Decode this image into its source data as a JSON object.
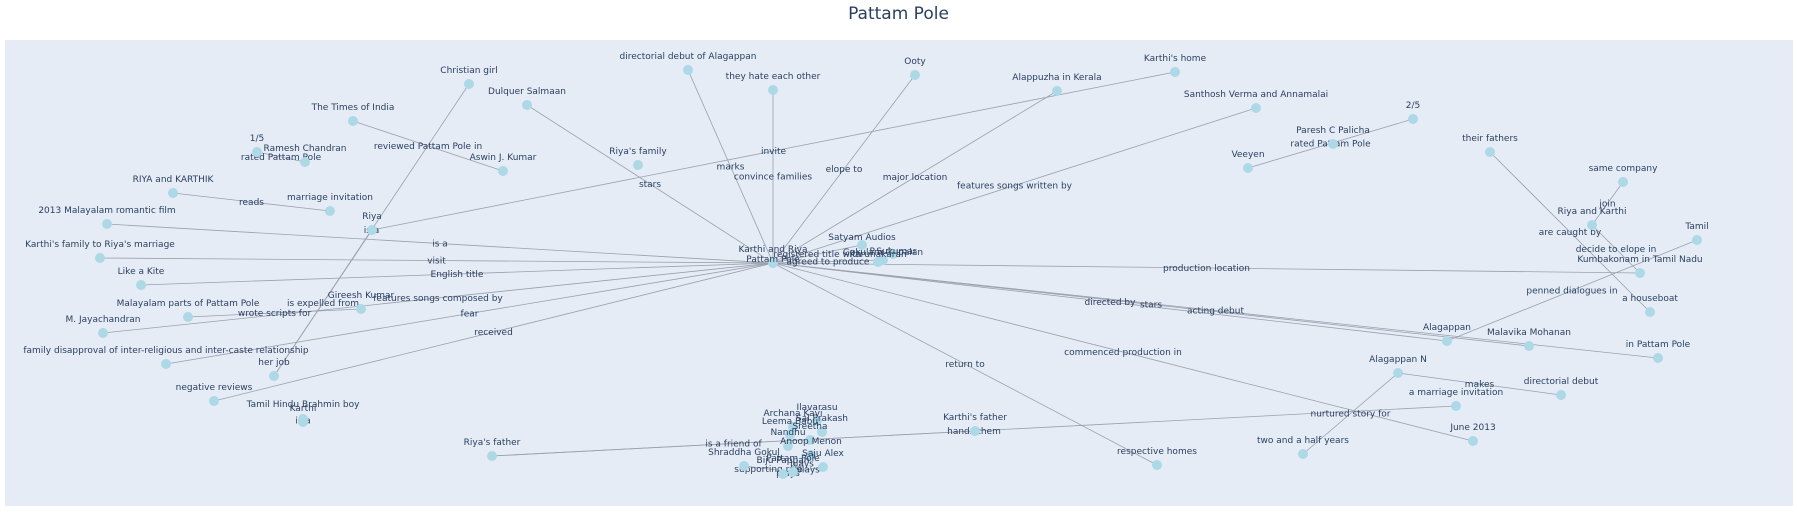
{
  "title": "Pattam Pole",
  "colors": {
    "background": "#e5ecf6",
    "node": "#add8e6",
    "edge": "#9aa0ad",
    "text": "#2a3f5f"
  },
  "nodes": [
    {
      "id": "n1",
      "label": "Christian girl"
    },
    {
      "id": "n2",
      "label": "directorial debut of Alagappan"
    },
    {
      "id": "n3",
      "label": "Ooty"
    },
    {
      "id": "n4",
      "label": "Karthi's home"
    },
    {
      "id": "n5",
      "label": "they hate each other"
    },
    {
      "id": "n6",
      "label": "Alappuzha in Kerala"
    },
    {
      "id": "n7",
      "label": "Dulquer Salmaan"
    },
    {
      "id": "n8",
      "label": "The Times of India"
    },
    {
      "id": "n9",
      "label": "Santhosh Verma and Annamalai"
    },
    {
      "id": "n10",
      "label": "2/5"
    },
    {
      "id": "n11",
      "label": "Paresh C Palicha"
    },
    {
      "id": "n12",
      "label": "1/5"
    },
    {
      "id": "n13",
      "label": "Ramesh Chandran"
    },
    {
      "id": "n14",
      "label": "Aswin J. Kumar"
    },
    {
      "id": "n15",
      "label": "Riya's family"
    },
    {
      "id": "n16",
      "label": "Veeyen"
    },
    {
      "id": "n17",
      "label": "their fathers"
    },
    {
      "id": "n18",
      "label": "same company"
    },
    {
      "id": "n19",
      "label": "RIYA and KARTHIK"
    },
    {
      "id": "n20",
      "label": "marriage invitation"
    },
    {
      "id": "n21",
      "label": "Riya"
    },
    {
      "id": "n22",
      "label": "Riya and Karthi"
    },
    {
      "id": "n23",
      "label": "2013 Malayalam romantic film"
    },
    {
      "id": "n24",
      "label": "Tamil"
    },
    {
      "id": "n25",
      "label": "Karthi's family to Riya's marriage"
    },
    {
      "id": "n26",
      "label": "Karthi and Riya"
    },
    {
      "id": "n27",
      "label": "Pattam Pole"
    },
    {
      "id": "n28",
      "label": "Kumbakonam in Tamil Nadu"
    },
    {
      "id": "n29",
      "label": "Like a Kite"
    },
    {
      "id": "n30",
      "label": "Gireesh Kumar"
    },
    {
      "id": "n31",
      "label": "Malayalam parts of Pattam Pole"
    },
    {
      "id": "n32",
      "label": "a houseboat"
    },
    {
      "id": "n33",
      "label": "M. Jayachandran"
    },
    {
      "id": "n34",
      "label": "Alagappan"
    },
    {
      "id": "n35",
      "label": "Malavika Mohanan"
    },
    {
      "id": "n36",
      "label": "in Pattam Pole"
    },
    {
      "id": "n37",
      "label": "family disapproval of inter-religious and inter-caste relationship"
    },
    {
      "id": "n38",
      "label": "her job"
    },
    {
      "id": "n39",
      "label": "Alagappan N"
    },
    {
      "id": "n40",
      "label": "directorial debut"
    },
    {
      "id": "n41",
      "label": "negative reviews"
    },
    {
      "id": "n42",
      "label": "Tamil Hindu Brahmin boy"
    },
    {
      "id": "n43",
      "label": "Karthi"
    },
    {
      "id": "n44",
      "label": "a marriage invitation"
    },
    {
      "id": "n45",
      "label": "Ilavarasu"
    },
    {
      "id": "n46",
      "label": "Archana Kavi"
    },
    {
      "id": "n47",
      "label": "Sai Prakash"
    },
    {
      "id": "n48",
      "label": "Leema Babu"
    },
    {
      "id": "n49",
      "label": "Sreetha"
    },
    {
      "id": "n50",
      "label": "Karthi's father"
    },
    {
      "id": "n51",
      "label": "June 2013"
    },
    {
      "id": "n52",
      "label": "Nandhu"
    },
    {
      "id": "n53",
      "label": "Anoop Menon"
    },
    {
      "id": "n54",
      "label": "Riya's father"
    },
    {
      "id": "n55",
      "label": "two and a half years"
    },
    {
      "id": "n56",
      "label": "respective homes"
    },
    {
      "id": "n57",
      "label": "Shraddha Gokul"
    },
    {
      "id": "n58",
      "label": "Saju Alex"
    },
    {
      "id": "n59",
      "label": "Biju Pappan"
    },
    {
      "id": "n60",
      "label": "Pattam Pole"
    },
    {
      "id": "n61",
      "label": "Satyam Audios"
    },
    {
      "id": "n62",
      "label": "Gokulam Gopalan"
    },
    {
      "id": "n63",
      "label": "P.Sukumar"
    },
    {
      "id": "n64",
      "label": "Karunakaran"
    }
  ],
  "edges": [
    {
      "source": "n27",
      "target": "n25",
      "label": "visit"
    },
    {
      "source": "n27",
      "target": "n23",
      "label": "is a"
    },
    {
      "source": "n27",
      "target": "n29",
      "label": "English title"
    },
    {
      "source": "n27",
      "target": "n33",
      "label": "features songs composed by"
    },
    {
      "source": "n27",
      "target": "n37",
      "label": "fear"
    },
    {
      "source": "n27",
      "target": "n41",
      "label": "received"
    },
    {
      "source": "n27",
      "target": "n7",
      "label": "stars"
    },
    {
      "source": "n27",
      "target": "n2",
      "label": "marks"
    },
    {
      "source": "n27",
      "target": "n3",
      "label": "elope to"
    },
    {
      "source": "n27",
      "target": "n6",
      "label": "major location"
    },
    {
      "source": "n27",
      "target": "n9",
      "label": "features songs written by"
    },
    {
      "source": "n27",
      "target": "n28",
      "label": "production location"
    },
    {
      "source": "n27",
      "target": "n35",
      "label": "stars"
    },
    {
      "source": "n27",
      "target": "n36",
      "label": "acting debut"
    },
    {
      "source": "n27",
      "target": "n34",
      "label": "directed by"
    },
    {
      "source": "n27",
      "target": "n51",
      "label": "commenced production in"
    },
    {
      "source": "n27",
      "target": "n56",
      "label": "return to"
    },
    {
      "source": "n27",
      "target": "n5",
      "label": "convince families"
    },
    {
      "source": "n27",
      "target": "n61",
      "label": "registered title with"
    },
    {
      "source": "n27",
      "target": "n62",
      "label": "agreed to produce"
    },
    {
      "source": "n8",
      "target": "n14",
      "label": "reviewed Pattam Pole in"
    },
    {
      "source": "n1",
      "target": "n38",
      "label": "is a"
    },
    {
      "source": "n19",
      "target": "n20",
      "label": "reads"
    },
    {
      "source": "n21",
      "target": "n4",
      "label": "invite"
    },
    {
      "source": "n21",
      "target": "n38",
      "label": "is expelled from"
    },
    {
      "source": "n12",
      "target": "n13",
      "label": "rated Pattam Pole"
    },
    {
      "source": "n10",
      "target": "n16",
      "label": "rated Pattam Pole"
    },
    {
      "source": "n17",
      "target": "n32",
      "label": "are caught by"
    },
    {
      "source": "n18",
      "target": "n22",
      "label": "join"
    },
    {
      "source": "n24",
      "target": "n34",
      "label": "penned dialogues in"
    },
    {
      "source": "n22",
      "target": "n28",
      "label": "decide to elope in"
    },
    {
      "source": "n39",
      "target": "n40",
      "label": "makes"
    },
    {
      "source": "n39",
      "target": "n55",
      "label": "nurtured story for"
    },
    {
      "source": "n44",
      "target": "n54",
      "label": "hands them"
    },
    {
      "source": "n50",
      "target": "n54",
      "label": "is a friend of"
    },
    {
      "source": "n30",
      "target": "n31",
      "label": "wrote scripts for"
    },
    {
      "source": "n43",
      "target": "n42",
      "label": "is a"
    },
    {
      "source": "n58",
      "target": "n60",
      "label": "plays"
    },
    {
      "source": "n57",
      "target": "n60",
      "label": "supporting role"
    },
    {
      "source": "n59",
      "target": "n60",
      "label": "plays"
    },
    {
      "source": "n53",
      "target": "n60",
      "label": "plays"
    }
  ]
}
